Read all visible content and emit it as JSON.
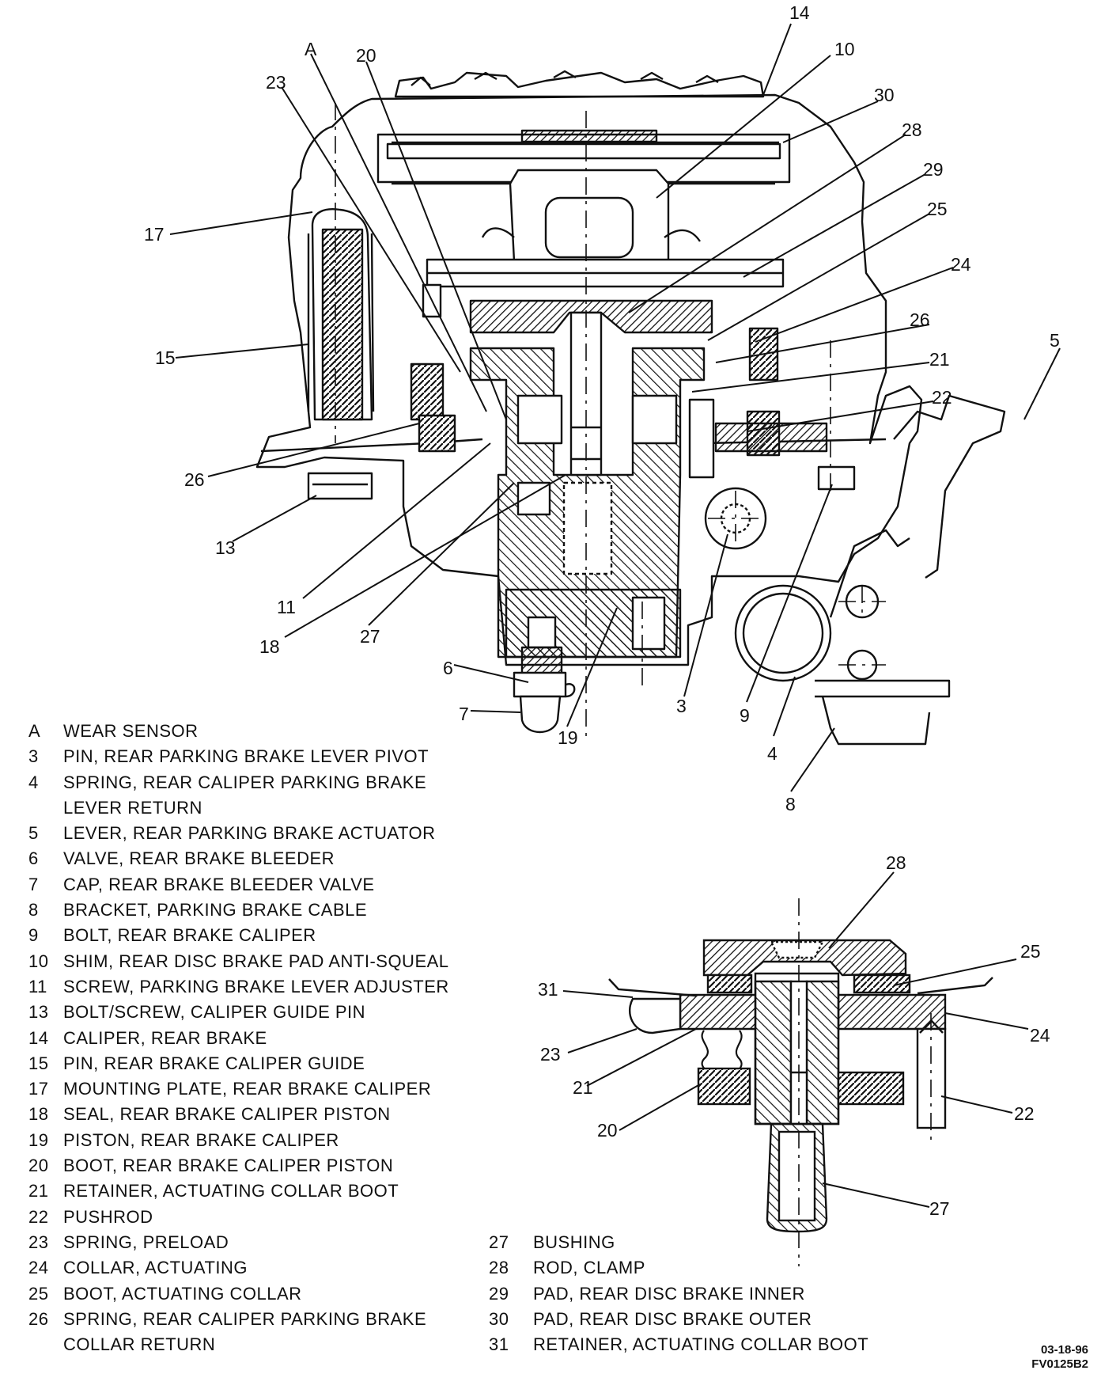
{
  "upper_callouts": [
    "14",
    "10",
    "A",
    "20",
    "30",
    "23",
    "28",
    "29",
    "17",
    "25",
    "24",
    "26",
    "5",
    "15",
    "21",
    "22",
    "26",
    "13",
    "11",
    "18",
    "27",
    "6",
    "7",
    "19",
    "3",
    "9",
    "4",
    "8"
  ],
  "lower_callouts": [
    "28",
    "25",
    "31",
    "24",
    "23",
    "21",
    "22",
    "20",
    "27"
  ],
  "legend_left": [
    {
      "key": "A",
      "text": "WEAR SENSOR"
    },
    {
      "key": "3",
      "text": "PIN, REAR PARKING BRAKE LEVER PIVOT"
    },
    {
      "key": "4",
      "text": "SPRING, REAR CALIPER PARKING BRAKE\nLEVER RETURN"
    },
    {
      "key": "5",
      "text": "LEVER, REAR PARKING BRAKE ACTUATOR"
    },
    {
      "key": "6",
      "text": "VALVE, REAR BRAKE BLEEDER"
    },
    {
      "key": "7",
      "text": "CAP, REAR BRAKE BLEEDER VALVE"
    },
    {
      "key": "8",
      "text": "BRACKET, PARKING BRAKE CABLE"
    },
    {
      "key": "9",
      "text": "BOLT, REAR BRAKE CALIPER"
    },
    {
      "key": "10",
      "text": "SHIM, REAR DISC BRAKE PAD ANTI-SQUEAL"
    },
    {
      "key": "11",
      "text": "SCREW, PARKING BRAKE LEVER ADJUSTER"
    },
    {
      "key": "13",
      "text": "BOLT/SCREW, CALIPER GUIDE PIN"
    },
    {
      "key": "14",
      "text": "CALIPER, REAR BRAKE"
    },
    {
      "key": "15",
      "text": "PIN, REAR BRAKE CALIPER GUIDE"
    },
    {
      "key": "17",
      "text": "MOUNTING PLATE, REAR BRAKE CALIPER"
    },
    {
      "key": "18",
      "text": "SEAL, REAR BRAKE CALIPER PISTON"
    },
    {
      "key": "19",
      "text": "PISTON, REAR BRAKE CALIPER"
    },
    {
      "key": "20",
      "text": "BOOT, REAR BRAKE CALIPER PISTON"
    },
    {
      "key": "21",
      "text": "RETAINER, ACTUATING COLLAR BOOT"
    },
    {
      "key": "22",
      "text": "PUSHROD"
    },
    {
      "key": "23",
      "text": "SPRING, PRELOAD"
    },
    {
      "key": "24",
      "text": "COLLAR, ACTUATING"
    },
    {
      "key": "25",
      "text": "BOOT, ACTUATING COLLAR"
    },
    {
      "key": "26",
      "text": "SPRING, REAR CALIPER PARKING BRAKE\nCOLLAR RETURN"
    }
  ],
  "legend_right": [
    {
      "key": "27",
      "text": "BUSHING"
    },
    {
      "key": "28",
      "text": "ROD, CLAMP"
    },
    {
      "key": "29",
      "text": "PAD, REAR DISC BRAKE INNER"
    },
    {
      "key": "30",
      "text": "PAD, REAR DISC BRAKE OUTER"
    },
    {
      "key": "31",
      "text": "RETAINER, ACTUATING COLLAR BOOT"
    }
  ],
  "stamp": {
    "date": "03-18-96",
    "code": "FV0125B2"
  }
}
